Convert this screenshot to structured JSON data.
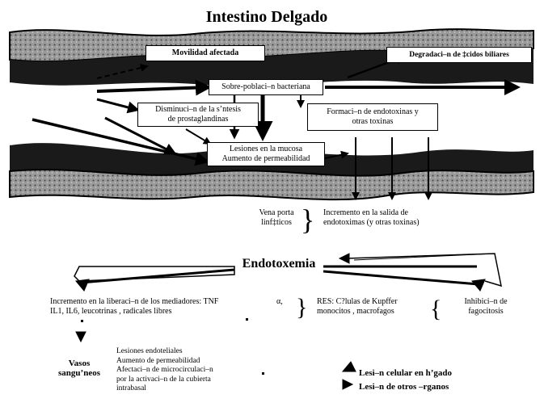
{
  "title": "Intestino Delgado",
  "boxes": {
    "motility": "Movilidad afectada",
    "bile_acids": "Degradaci–n de ‡cidos biliares",
    "overgrowth": "Sobre-poblaci–n bacteriana",
    "prostaglandins_1": "Disminuci–n de la s’ntesis",
    "prostaglandins_2": "de prostaglandinas",
    "endotoxins_1": "Formaci–n de endotoxinas  y",
    "endotoxins_2": "otras toxinas",
    "lesions_1": "Lesiones en la mucosa",
    "lesions_2": "Aumento de permeabilidad"
  },
  "portal": {
    "vena_1": "Vena porta",
    "vena_2": "linf‡ticos",
    "increment_1": "Incremento en la salida de",
    "increment_2": "endotoximas (y otras toxinas)"
  },
  "endotoxemia": "Endotoxemia",
  "mediators": {
    "line_1": "Incremento en la liberaci–n de los mediadores: TNF",
    "alpha": "α,",
    "line_2": "IL1, IL6,  leucotrinas , radicales libres"
  },
  "res": {
    "line_1": "RES: C?lulas de  Kupffer",
    "line_2": "monocitos , macrofagos"
  },
  "phago": {
    "line_1": "Inhibici–n de",
    "line_2": "fagocitosis"
  },
  "vessels": {
    "title_1": "Vasos",
    "title_2": "sangu’neos",
    "items": [
      "Lesiones endoteliales",
      "Aumento de permeabilidad",
      "Afectaci–n de microcirculaci–n",
      "por la activaci–n de la cubierta",
      "intrabasal"
    ]
  },
  "outcomes": {
    "liver": "Lesi–n celular en h’gado",
    "organs": "Lesi–n de otros –rganos"
  }
}
